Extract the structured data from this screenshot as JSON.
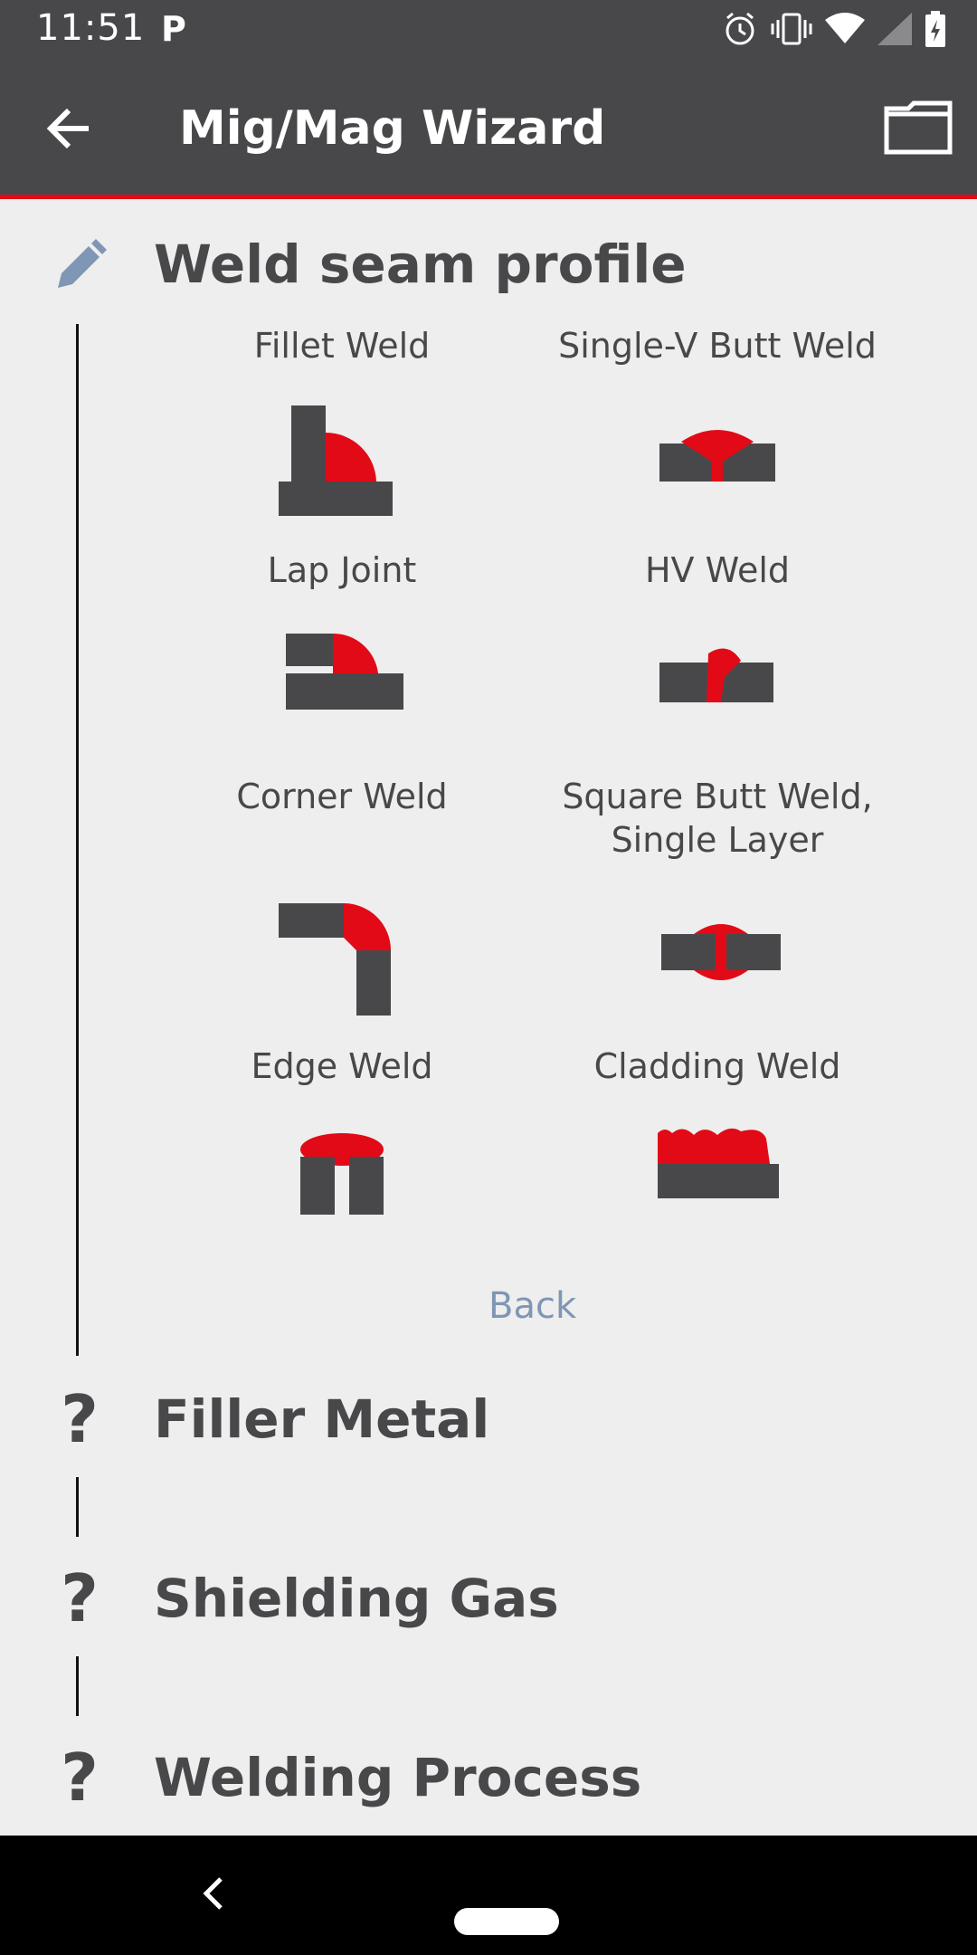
{
  "status_bar": {
    "time": "11:51",
    "left_icons": [
      "parking-icon"
    ],
    "right_icons": [
      "alarm-icon",
      "vibrate-icon",
      "wifi-icon",
      "signal-icon",
      "battery-charging-icon"
    ]
  },
  "toolbar": {
    "title": "Mig/Mag Wizard",
    "back_icon": "arrow-left-icon",
    "folder_icon": "folder-icon"
  },
  "steps": {
    "weld_seam": {
      "title": "Weld seam profile",
      "icon": "pencil-icon"
    },
    "filler_metal": {
      "title": "Filler Metal",
      "icon": "question-icon"
    },
    "shielding_gas": {
      "title": "Shielding Gas",
      "icon": "question-icon"
    },
    "welding_process": {
      "title": "Welding Process",
      "icon": "question-icon"
    }
  },
  "options": {
    "fillet": {
      "label": "Fillet Weld"
    },
    "single_v": {
      "label": "Single-V Butt Weld"
    },
    "lap": {
      "label": "Lap Joint"
    },
    "hv": {
      "label": "HV Weld"
    },
    "corner": {
      "label": "Corner Weld"
    },
    "square_butt": {
      "label_line1": "Square Butt Weld,",
      "label_line2": "Single Layer"
    },
    "edge": {
      "label": "Edge Weld"
    },
    "cladding": {
      "label": "Cladding Weld"
    }
  },
  "back_label": "Back",
  "colors": {
    "toolbar": "#48484b",
    "accent": "#e20a17",
    "metal": "#48484b",
    "link": "#7f96b5",
    "background": "#edeeed"
  }
}
